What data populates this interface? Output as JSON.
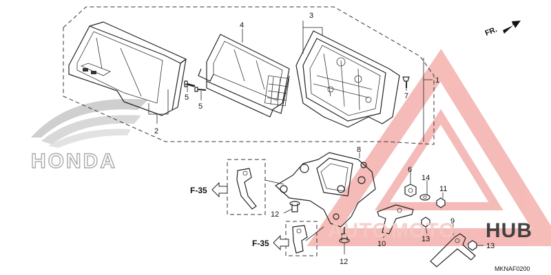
{
  "diagram": {
    "callouts": [
      "1",
      "2",
      "3",
      "4",
      "5",
      "5",
      "6",
      "7",
      "8",
      "9",
      "10",
      "11",
      "12",
      "12",
      "13",
      "13",
      "14"
    ],
    "refs": [
      "F-35",
      "F-35"
    ],
    "direction_label": "FR.",
    "diagram_code": "MKNAF0200"
  },
  "branding": {
    "maker_logo_text": "HONDA",
    "watermark_text_a": "AUTO",
    "watermark_text_b": "MOTO",
    "watermark_text_c": "HUB"
  },
  "colors": {
    "watermark_red": "#e0302a",
    "watermark_pink": "#f3b0ac",
    "line": "#222222"
  }
}
